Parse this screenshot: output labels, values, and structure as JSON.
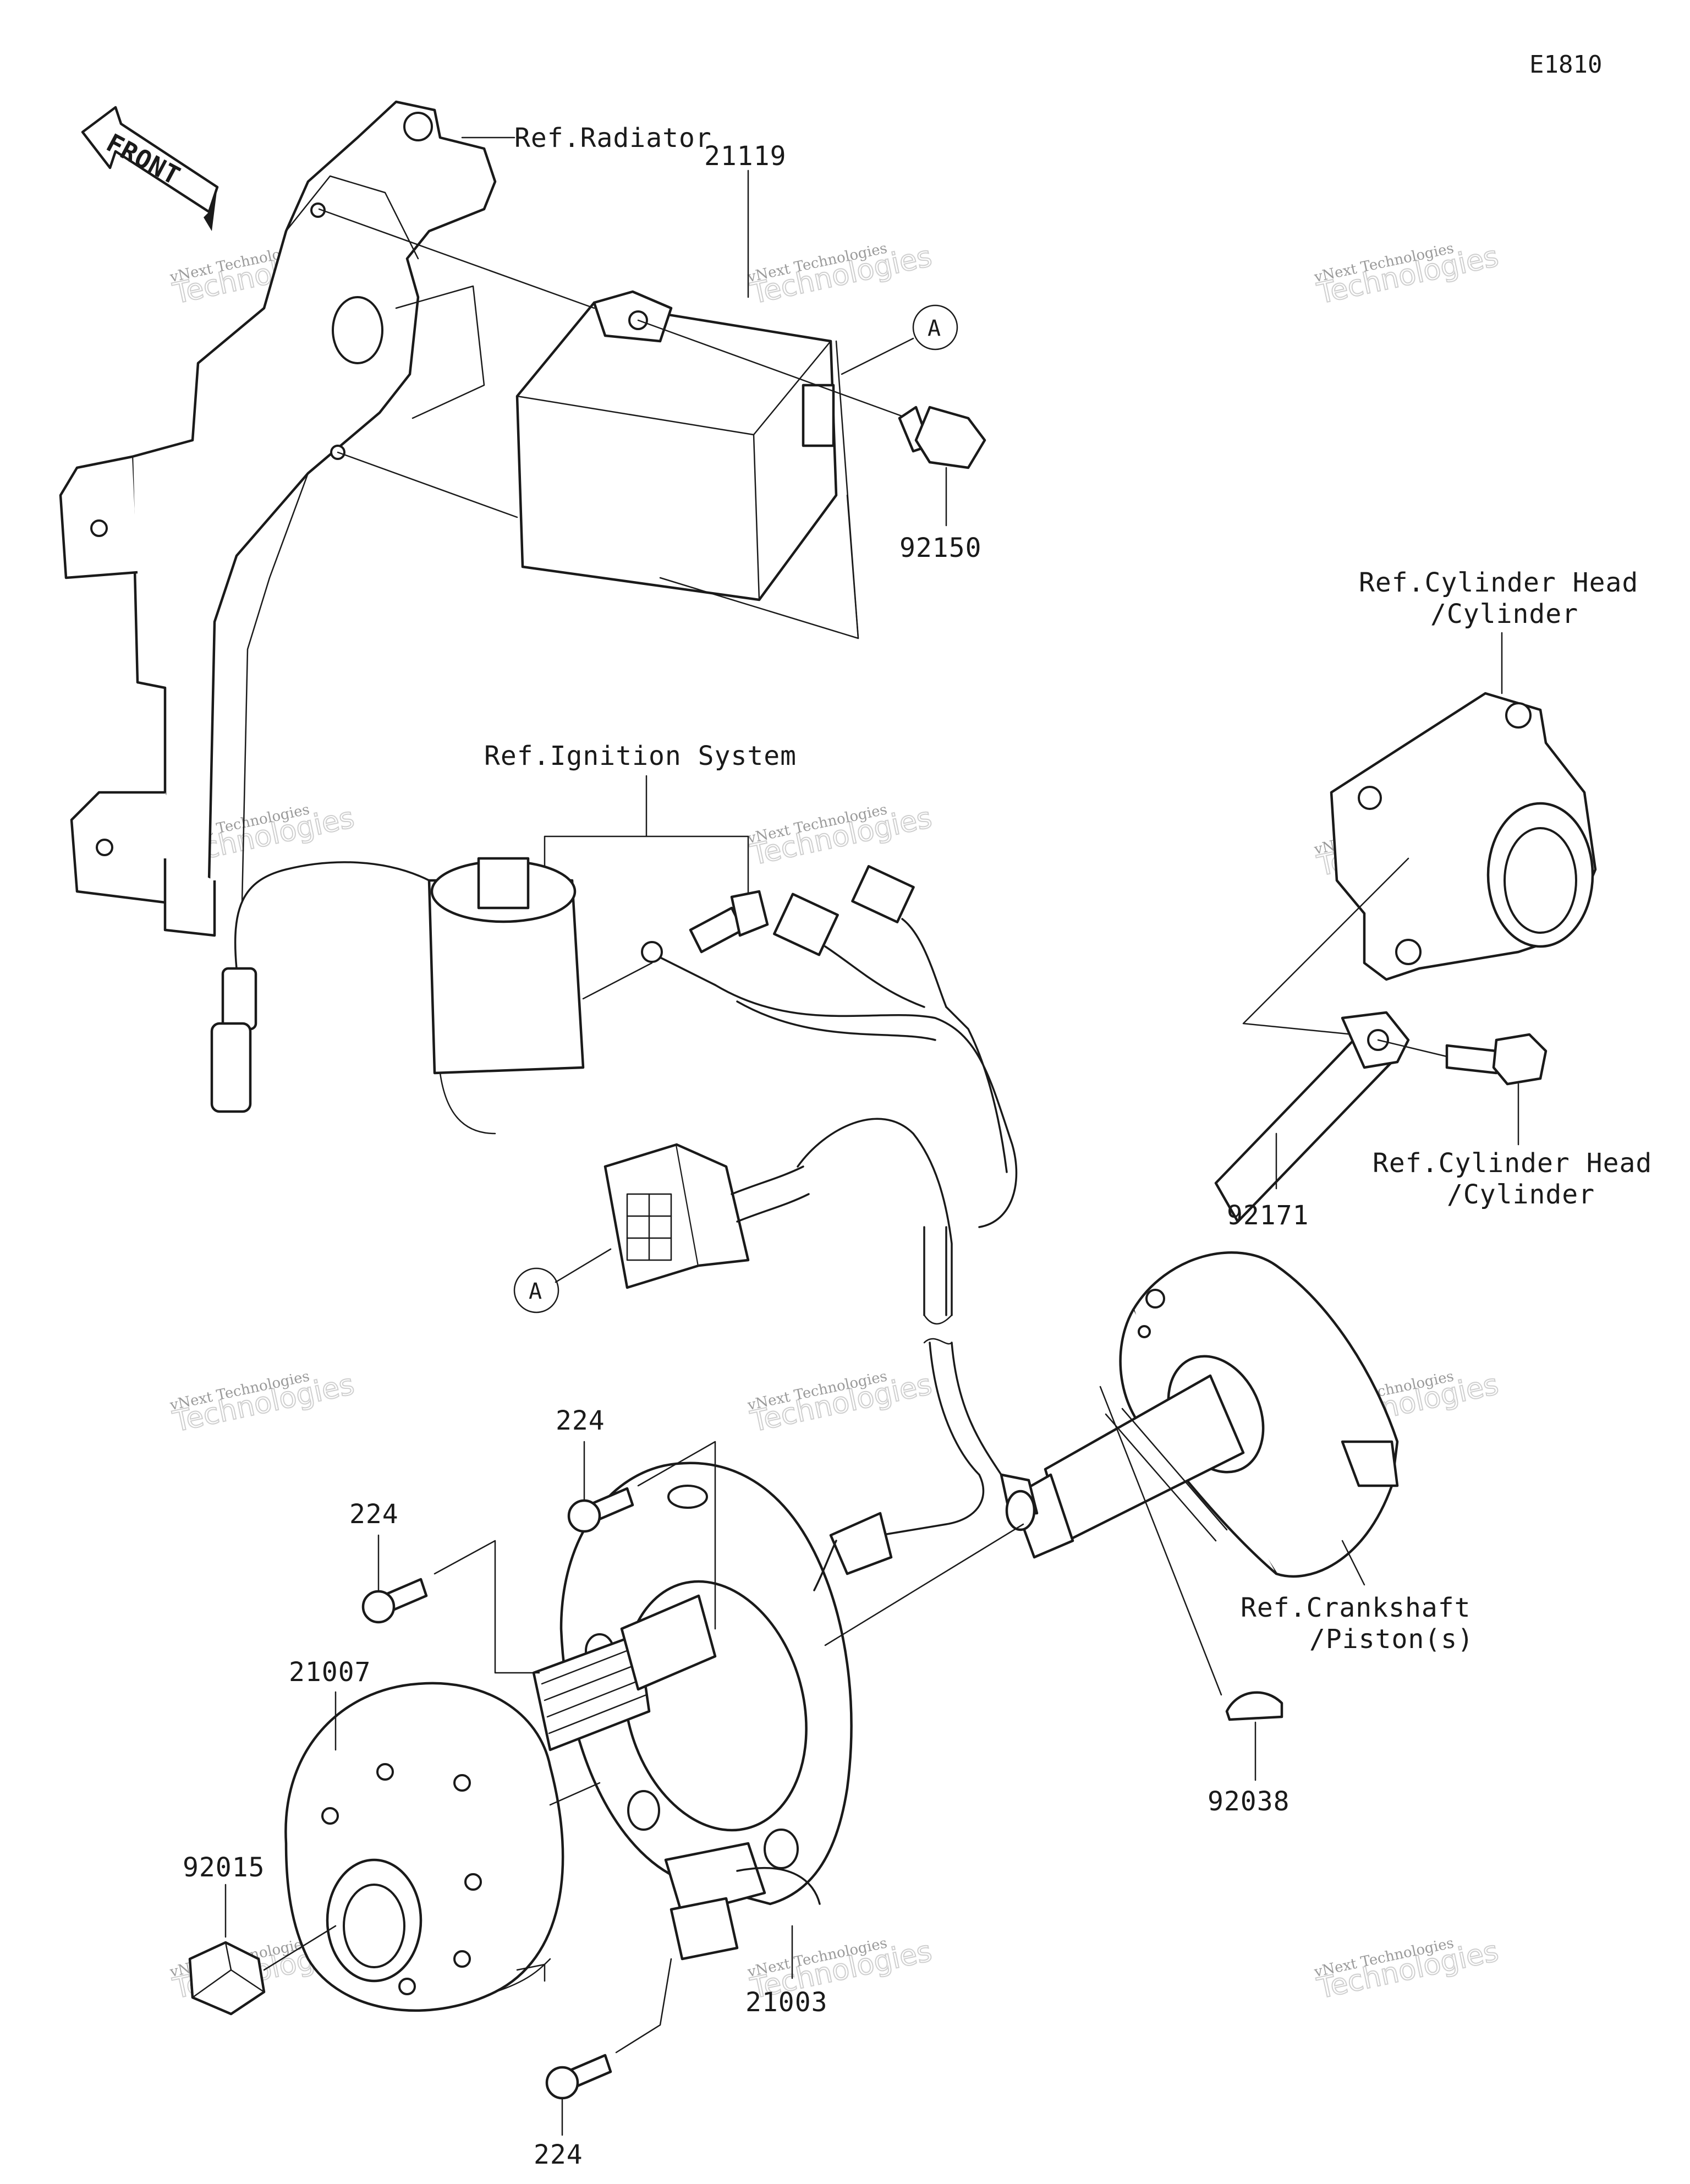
{
  "diagram_code": "E1810",
  "front_label": "FRONT",
  "callout_letter": "A",
  "references": {
    "radiator": "Ref.Radiator",
    "ignition_system": "Ref.Ignition System",
    "cylinder_head_top_line1": "Ref.Cylinder Head",
    "cylinder_head_top_line2": "/Cylinder",
    "cylinder_head_bottom_line1": "Ref.Cylinder Head",
    "cylinder_head_bottom_line2": "/Cylinder",
    "crankshaft_line1": "Ref.Crankshaft",
    "crankshaft_line2": "/Piston(s)"
  },
  "part_numbers": {
    "cdi_unit": "21119",
    "bolt_cdi": "92150",
    "bracket": "92171",
    "screw_upper": "224",
    "screw_left": "224",
    "screw_bottom": "224",
    "flywheel": "21007",
    "nut": "92015",
    "stator": "21003",
    "woodruff_key": "92038"
  },
  "watermark": {
    "line1": "vNext Technologies",
    "line2": "Technologies",
    "line0": "vNext"
  }
}
